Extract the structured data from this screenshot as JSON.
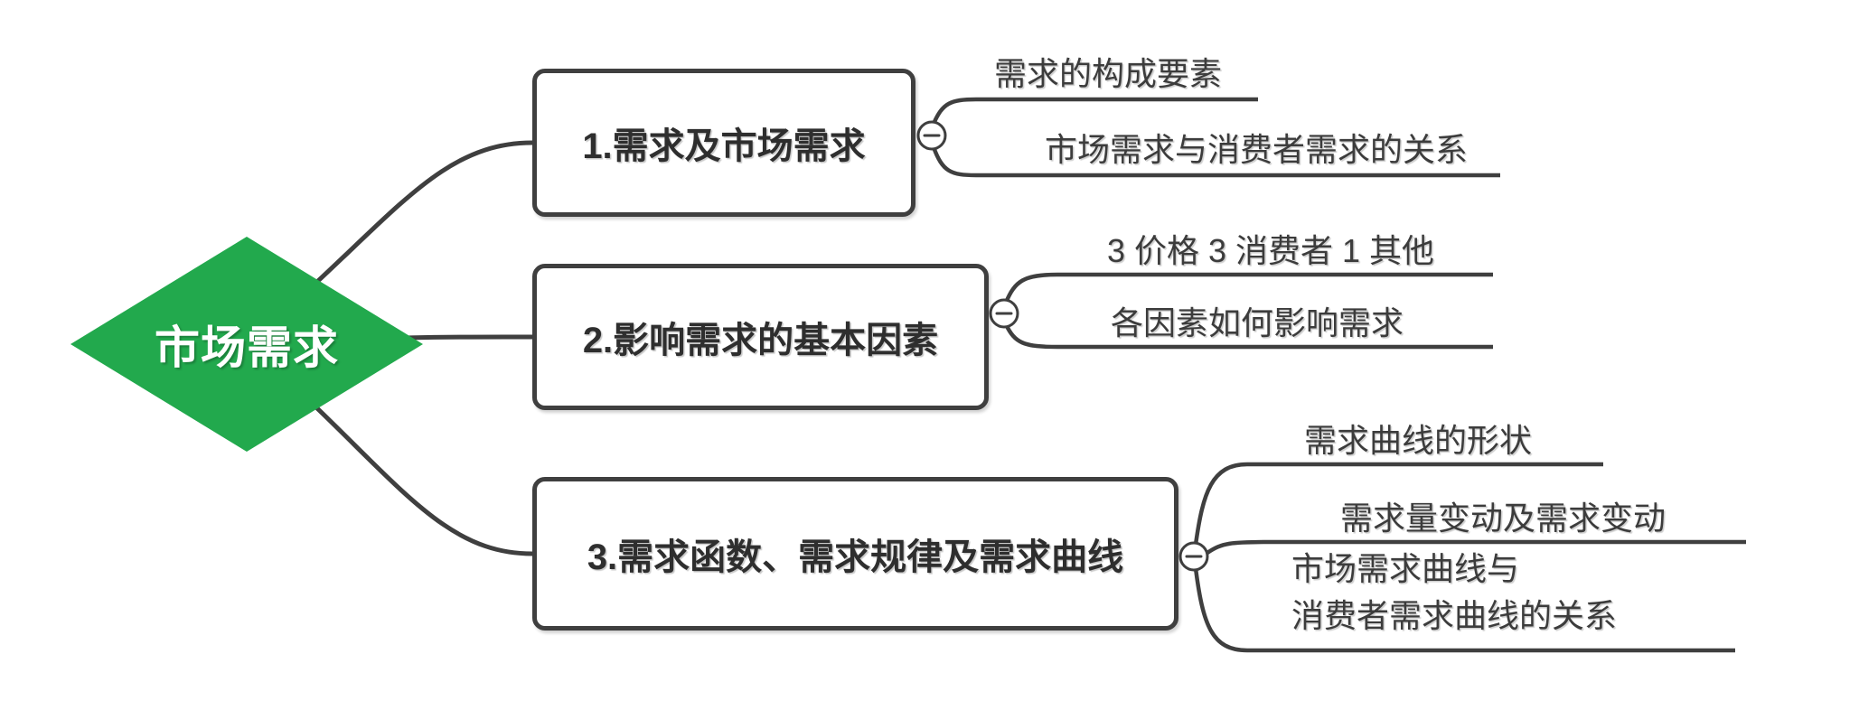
{
  "root": {
    "label": "市场需求"
  },
  "branches": [
    {
      "label": "1.需求及市场需求",
      "children": [
        {
          "label": "需求的构成要素"
        },
        {
          "label": "市场需求与消费者需求的关系"
        }
      ]
    },
    {
      "label": "2.影响需求的基本因素",
      "children": [
        {
          "label": "3 价格 3 消费者 1 其他"
        },
        {
          "label": "各因素如何影响需求"
        }
      ]
    },
    {
      "label": "3.需求函数、需求规律及需求曲线",
      "children": [
        {
          "label": "需求曲线的形状"
        },
        {
          "label": "需求量变动及需求变动"
        },
        {
          "label": "市场需求曲线与",
          "label_line2": "消费者需求曲线的关系"
        }
      ]
    }
  ],
  "icons": {
    "collapse": "minus-circle"
  },
  "colors": {
    "root_fill": "#22A94D",
    "root_text": "#FFFFFF",
    "line": "#3F3F3F",
    "box_border": "#3F3F3F",
    "title_text": "#2E2E2E",
    "child_text": "#3C3C3C",
    "background": "#FFFFFF"
  }
}
